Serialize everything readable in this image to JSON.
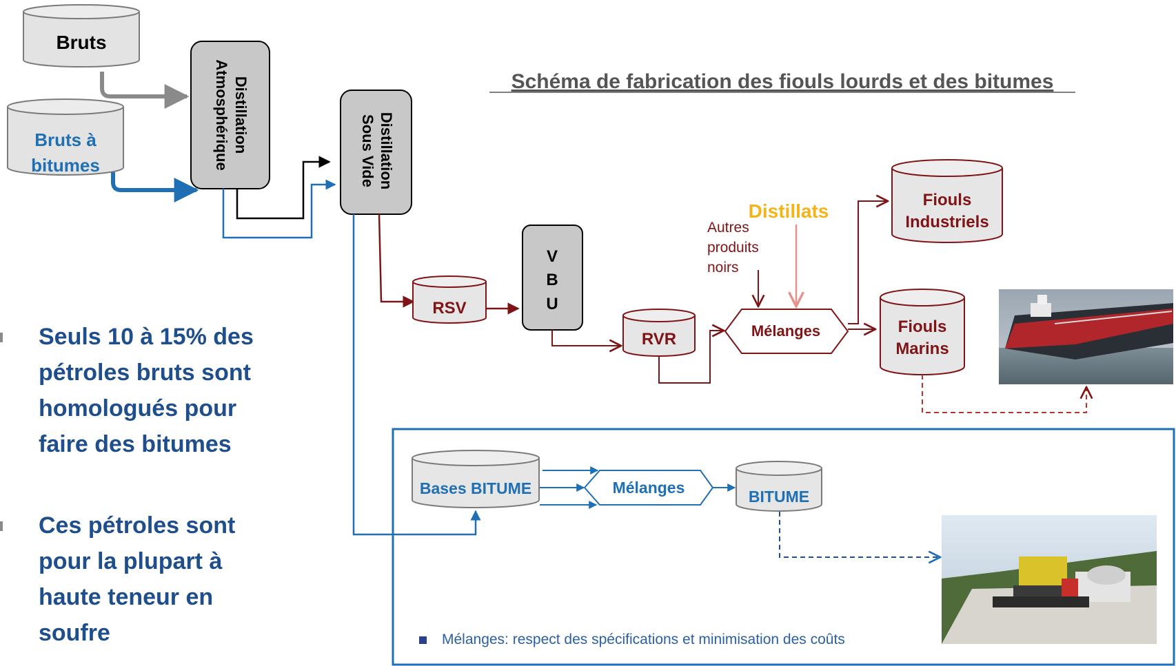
{
  "title": "Schéma de fabrication des fiouls lourds et des bitumes",
  "nodes": {
    "bruts": "Bruts",
    "bruts_bitumes_line1": "Bruts à",
    "bruts_bitumes_line2": "bitumes",
    "dist_atmo_line1": "Distillation",
    "dist_atmo_line2": "Atmosphérique",
    "dist_vide_line1": "Distillation",
    "dist_vide_line2": "Sous Vide",
    "rsv": "RSV",
    "vbu_v": "V",
    "vbu_b": "B",
    "vbu_u": "U",
    "rvr": "RVR",
    "melanges_top": "Mélanges",
    "autres_line1": "Autres",
    "autres_line2": "produits",
    "autres_line3": "noirs",
    "distillats": "Distillats",
    "fiouls_ind_line1": "Fiouls",
    "fiouls_ind_line2": "Industriels",
    "fiouls_mar_line1": "Fiouls",
    "fiouls_mar_line2": "Marins",
    "bases_bitume": "Bases BITUME",
    "melanges_bottom": "Mélanges",
    "bitume": "BITUME"
  },
  "bullets": [
    "Seuls 10 à 15% des pétroles bruts sont homologués pour faire des bitumes",
    "Ces pétroles sont pour la plupart à haute teneur en soufre"
  ],
  "note": "Mélanges: respect des spécifications et minimisation des coûts",
  "colors": {
    "dark_red": "#7f1416",
    "blue": "#1f6fb5",
    "navy": "#1f4e8c",
    "grey_fill": "#c8c8c8",
    "light_fill": "#e6e6e6",
    "distillats": "#f2b418",
    "pink_arrow": "#e8908c"
  },
  "images": {
    "ship": "tanker-ship-photo",
    "paver": "road-paving-photo"
  }
}
